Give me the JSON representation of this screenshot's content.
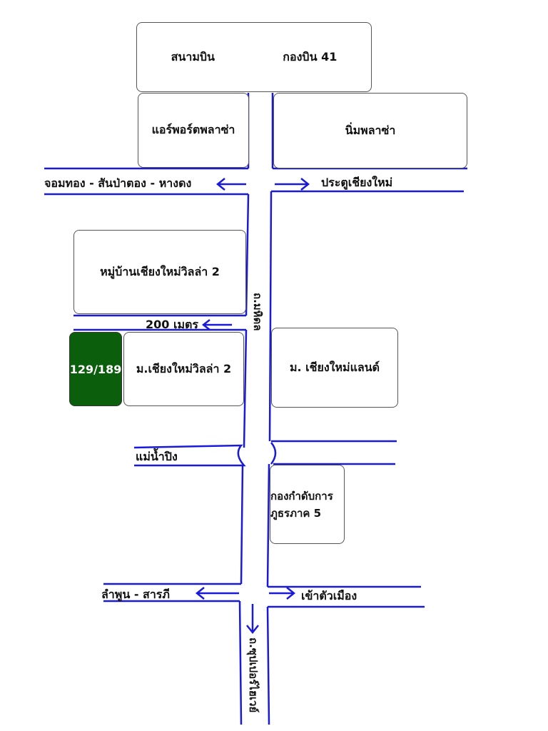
{
  "places": {
    "airport": "สนามบิน",
    "wing41": "กองบิน 41",
    "airport_plaza": "แอร์พอร์ตพลาซ่า",
    "nim_plaza": "นิ่มพลาซ่า",
    "village_villa2": "หมู่บ้านเชียงใหม่วิลล่า 2",
    "target_house": "129/189",
    "moo_villa2": "ม.เชียงใหม่วิลล่า 2",
    "chiangmai_land": "ม. เชียงใหม่แลนด์",
    "army_line1": "กองกำดับการ",
    "army_line2": "ภูธรภาค 5"
  },
  "roads": {
    "west_top": "จอมทอง - สันป่าตอง - หางดง",
    "east_top": "ประตูเชียงใหม่",
    "distance": "200 เมตร",
    "main_road": "ถ.มหิดล",
    "river": "แม่น้ำปิง",
    "west_bottom": "ลำพูน - สารภี",
    "east_bottom": "เข้าตัวเมือง",
    "superhighway": "ถ.ซุปเปอร์ไฮเวย์"
  },
  "colors": {
    "road": "#1a1adb",
    "target": "#0b5e0b"
  }
}
